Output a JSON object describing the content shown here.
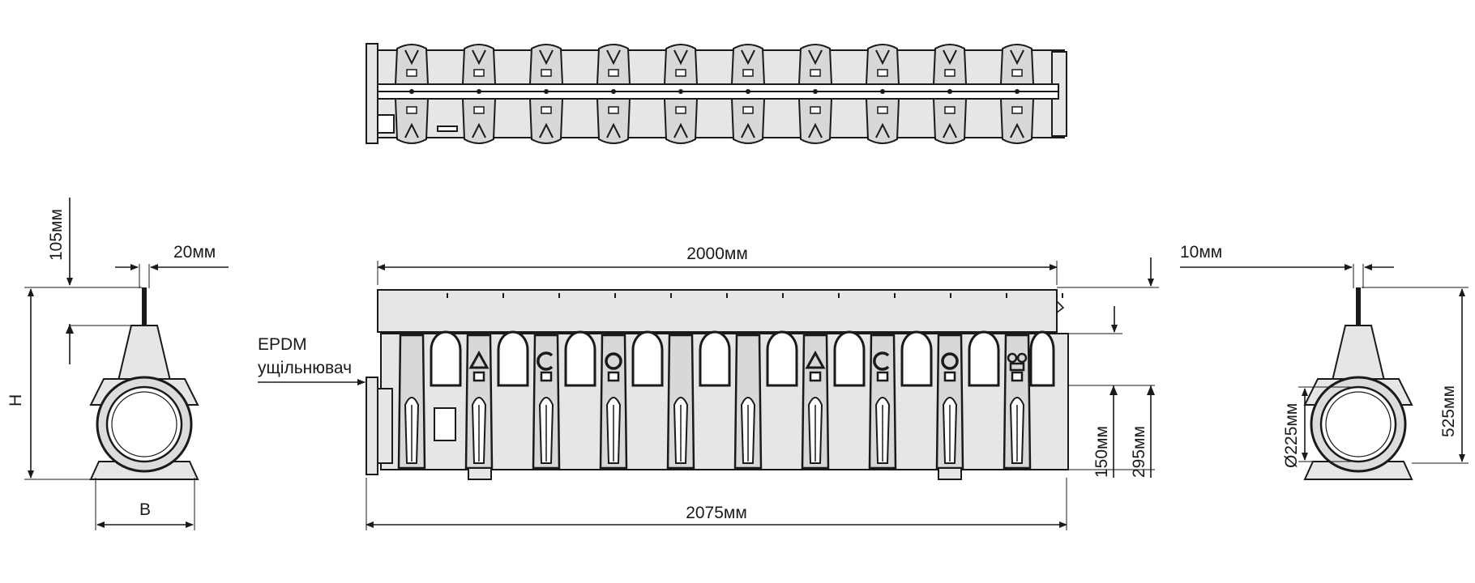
{
  "dimensions": {
    "length_top": "2000мм",
    "length_bottom": "2075мм",
    "flange_offset_left": "20мм",
    "height_top_left": "105мм",
    "flange_offset_right": "10мм",
    "height_150": "150мм",
    "height_295": "295мм",
    "diameter": "Ø225мм",
    "total_height": "525мм",
    "height_symbol": "H",
    "width_symbol": "B"
  },
  "callouts": {
    "seal_line1": "EPDM",
    "seal_line2": "ущільнювач"
  },
  "icons": [
    "recycle-icon",
    "c-icon",
    "o-icon",
    "recycle-icon",
    "c-icon",
    "o-icon",
    "circles-icon"
  ]
}
